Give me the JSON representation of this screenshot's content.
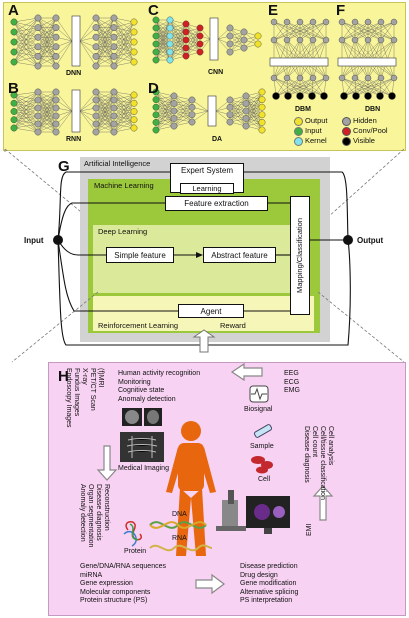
{
  "panels": {
    "A": {
      "letter": "A",
      "name": "DNN"
    },
    "B": {
      "letter": "B",
      "name": "RNN"
    },
    "C": {
      "letter": "C",
      "name": "CNN"
    },
    "D": {
      "letter": "D",
      "name": "DA"
    },
    "E": {
      "letter": "E",
      "name": "DBM"
    },
    "F": {
      "letter": "F",
      "name": "DBN"
    }
  },
  "legend": [
    {
      "label": "Output",
      "color": "#f3e22a"
    },
    {
      "label": "Input",
      "color": "#3fb043"
    },
    {
      "label": "Kernel",
      "color": "#7fe3ec"
    },
    {
      "label": "Hidden",
      "color": "#a3a3a3"
    },
    {
      "label": "Conv/Pool",
      "color": "#d11f26"
    },
    {
      "label": "Visible",
      "color": "#000000"
    }
  ],
  "ai": {
    "letter": "G",
    "title": "Artificial Intelligence",
    "expert_system": "Expert System",
    "learning": "Learning",
    "machine_learning": "Machine Learning",
    "feature_extraction": "Feature extraction",
    "deep_learning": "Deep Learning",
    "simple_feature": "Simple feature",
    "abstract_feature": "Abstract feature",
    "mapping": "Mapping/Classification",
    "agent": "Agent",
    "reinforcement": "Reinforcement Learning",
    "reward": "Reward",
    "input": "Input",
    "output": "Output"
  },
  "apps": {
    "letter": "H",
    "human_activity": [
      "Human activity recognition",
      "Monitoring",
      "Cognitive state",
      "Anomaly detection"
    ],
    "signals": [
      "EEG",
      "ECG",
      "EMG"
    ],
    "imaging_modalities": [
      "(f)MRI",
      "PET/CT Scan",
      "X-ray",
      "Fundus Images",
      "Endoscopy Images"
    ],
    "imaging_tasks": [
      "Reconstruction",
      "Disease diagnosis",
      "Organ segmentation",
      "Anomaly detection"
    ],
    "cell_tasks": [
      "Cell analysis",
      "Cell/tissue classification",
      "Cell count",
      "Disease diagnosis"
    ],
    "biosignal": "Biosignal",
    "sample": "Sample",
    "cell": "Cell",
    "medical_imaging": "Medical Imaging",
    "dna": "DNA",
    "rna": "RNA",
    "protein": "Protein",
    "emi": "EMI",
    "omics_left": [
      "Gene/DNA/RNA sequences",
      "miRNA",
      "Gene expression",
      "Molecular components",
      "Protein structure (PS)"
    ],
    "omics_right": [
      "Disease prediction",
      "Drug design",
      "Gene modification",
      "Alternative splicing",
      "PS interpretation"
    ]
  }
}
